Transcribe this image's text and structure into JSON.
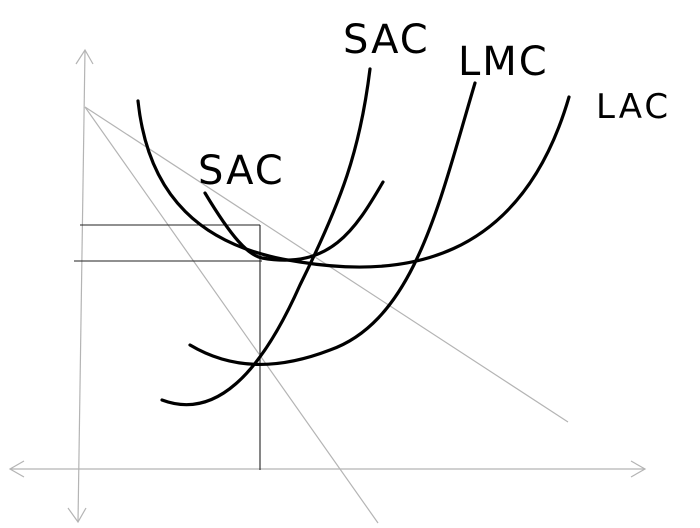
{
  "labels": {
    "sac_top": "SAC",
    "sac_left": "SAC",
    "lmc": "LMC",
    "lac": "LAC"
  },
  "colors": {
    "curve": "#000000",
    "axis": "#b4b4b4",
    "guide": "#222222",
    "background": "#ffffff"
  }
}
